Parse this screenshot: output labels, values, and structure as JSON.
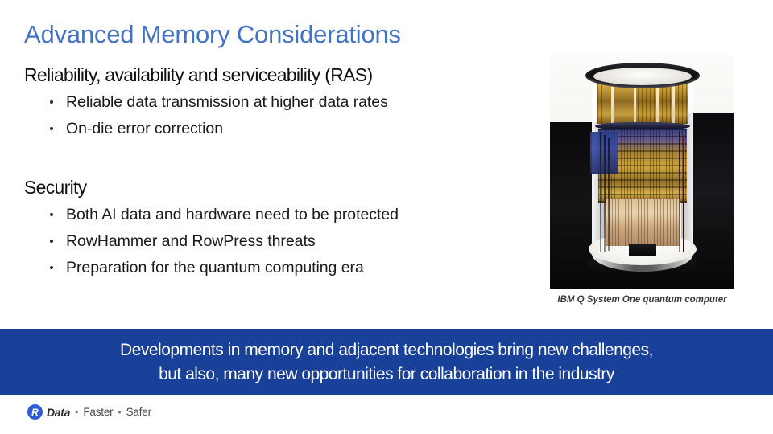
{
  "slide": {
    "title": "Advanced Memory Considerations",
    "title_color": "#4472C4",
    "background_color": "#FFFFFF"
  },
  "sections": [
    {
      "heading": "Reliability, availability and serviceability (RAS)",
      "bullets": [
        "Reliable data transmission at higher data rates",
        "On-die error correction"
      ]
    },
    {
      "heading": "Security",
      "bullets": [
        "Both AI data and hardware need to be protected",
        "RowHammer and RowPress threats",
        "Preparation for the quantum computing era"
      ]
    }
  ],
  "figure": {
    "alt": "IBM Q System One quantum computer photograph",
    "caption": "IBM Q System One quantum computer"
  },
  "banner": {
    "text": "Developments in memory and adjacent technologies bring new challenges,\nbut also, many new opportunities for collaboration in the industry",
    "background_color": "#1A4199",
    "text_color": "#FFFFFF"
  },
  "footer": {
    "logo_mark": "R",
    "logo_word": "Data",
    "separator": "•",
    "tagline_1": "Faster",
    "tagline_2": "Safer",
    "logo_color": "#2F5BD7"
  }
}
